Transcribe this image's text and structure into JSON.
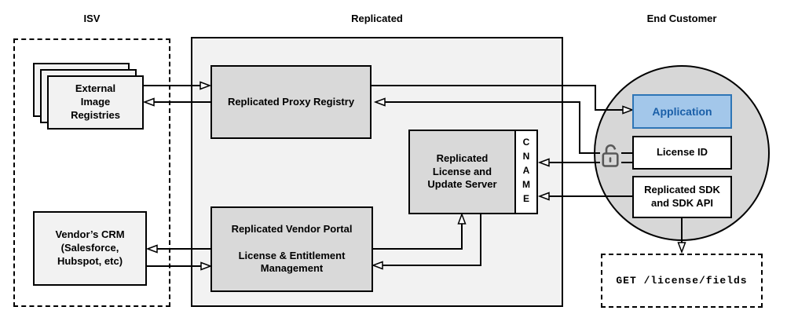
{
  "diagram": {
    "sections": {
      "isv": {
        "title": "ISV"
      },
      "replicated": {
        "title": "Replicated"
      },
      "end_customer": {
        "title": "End Customer"
      }
    },
    "nodes": {
      "external_image_registries": {
        "label": "External\nImage\nRegistries"
      },
      "vendors_crm": {
        "label": "Vendor’s CRM\n(Salesforce,\nHubspot, etc)"
      },
      "replicated_proxy_registry": {
        "label": "Replicated Proxy Registry"
      },
      "replicated_license_update_server": {
        "label": "Replicated\nLicense and\nUpdate Server"
      },
      "cname": {
        "label": "CNAME"
      },
      "replicated_vendor_portal": {
        "label": "Replicated Vendor Portal\n\nLicense & Entitlement\nManagement"
      },
      "application": {
        "label": "Application"
      },
      "license_id": {
        "label": "License ID"
      },
      "replicated_sdk": {
        "label": "Replicated SDK\nand SDK API"
      },
      "get_license_fields": {
        "label": "GET /license/fields"
      }
    },
    "icons": {
      "unlock": "open-padlock-icon"
    },
    "colors": {
      "section_fill": "#f2f2f2",
      "node_fill": "#d9d9d9",
      "circle_fill": "#d7d7d7",
      "white_fill": "#ffffff",
      "application_fill": "#a3c7ea",
      "application_border": "#2e75b6",
      "application_text": "#1a5fa8",
      "line": "#000000"
    }
  }
}
